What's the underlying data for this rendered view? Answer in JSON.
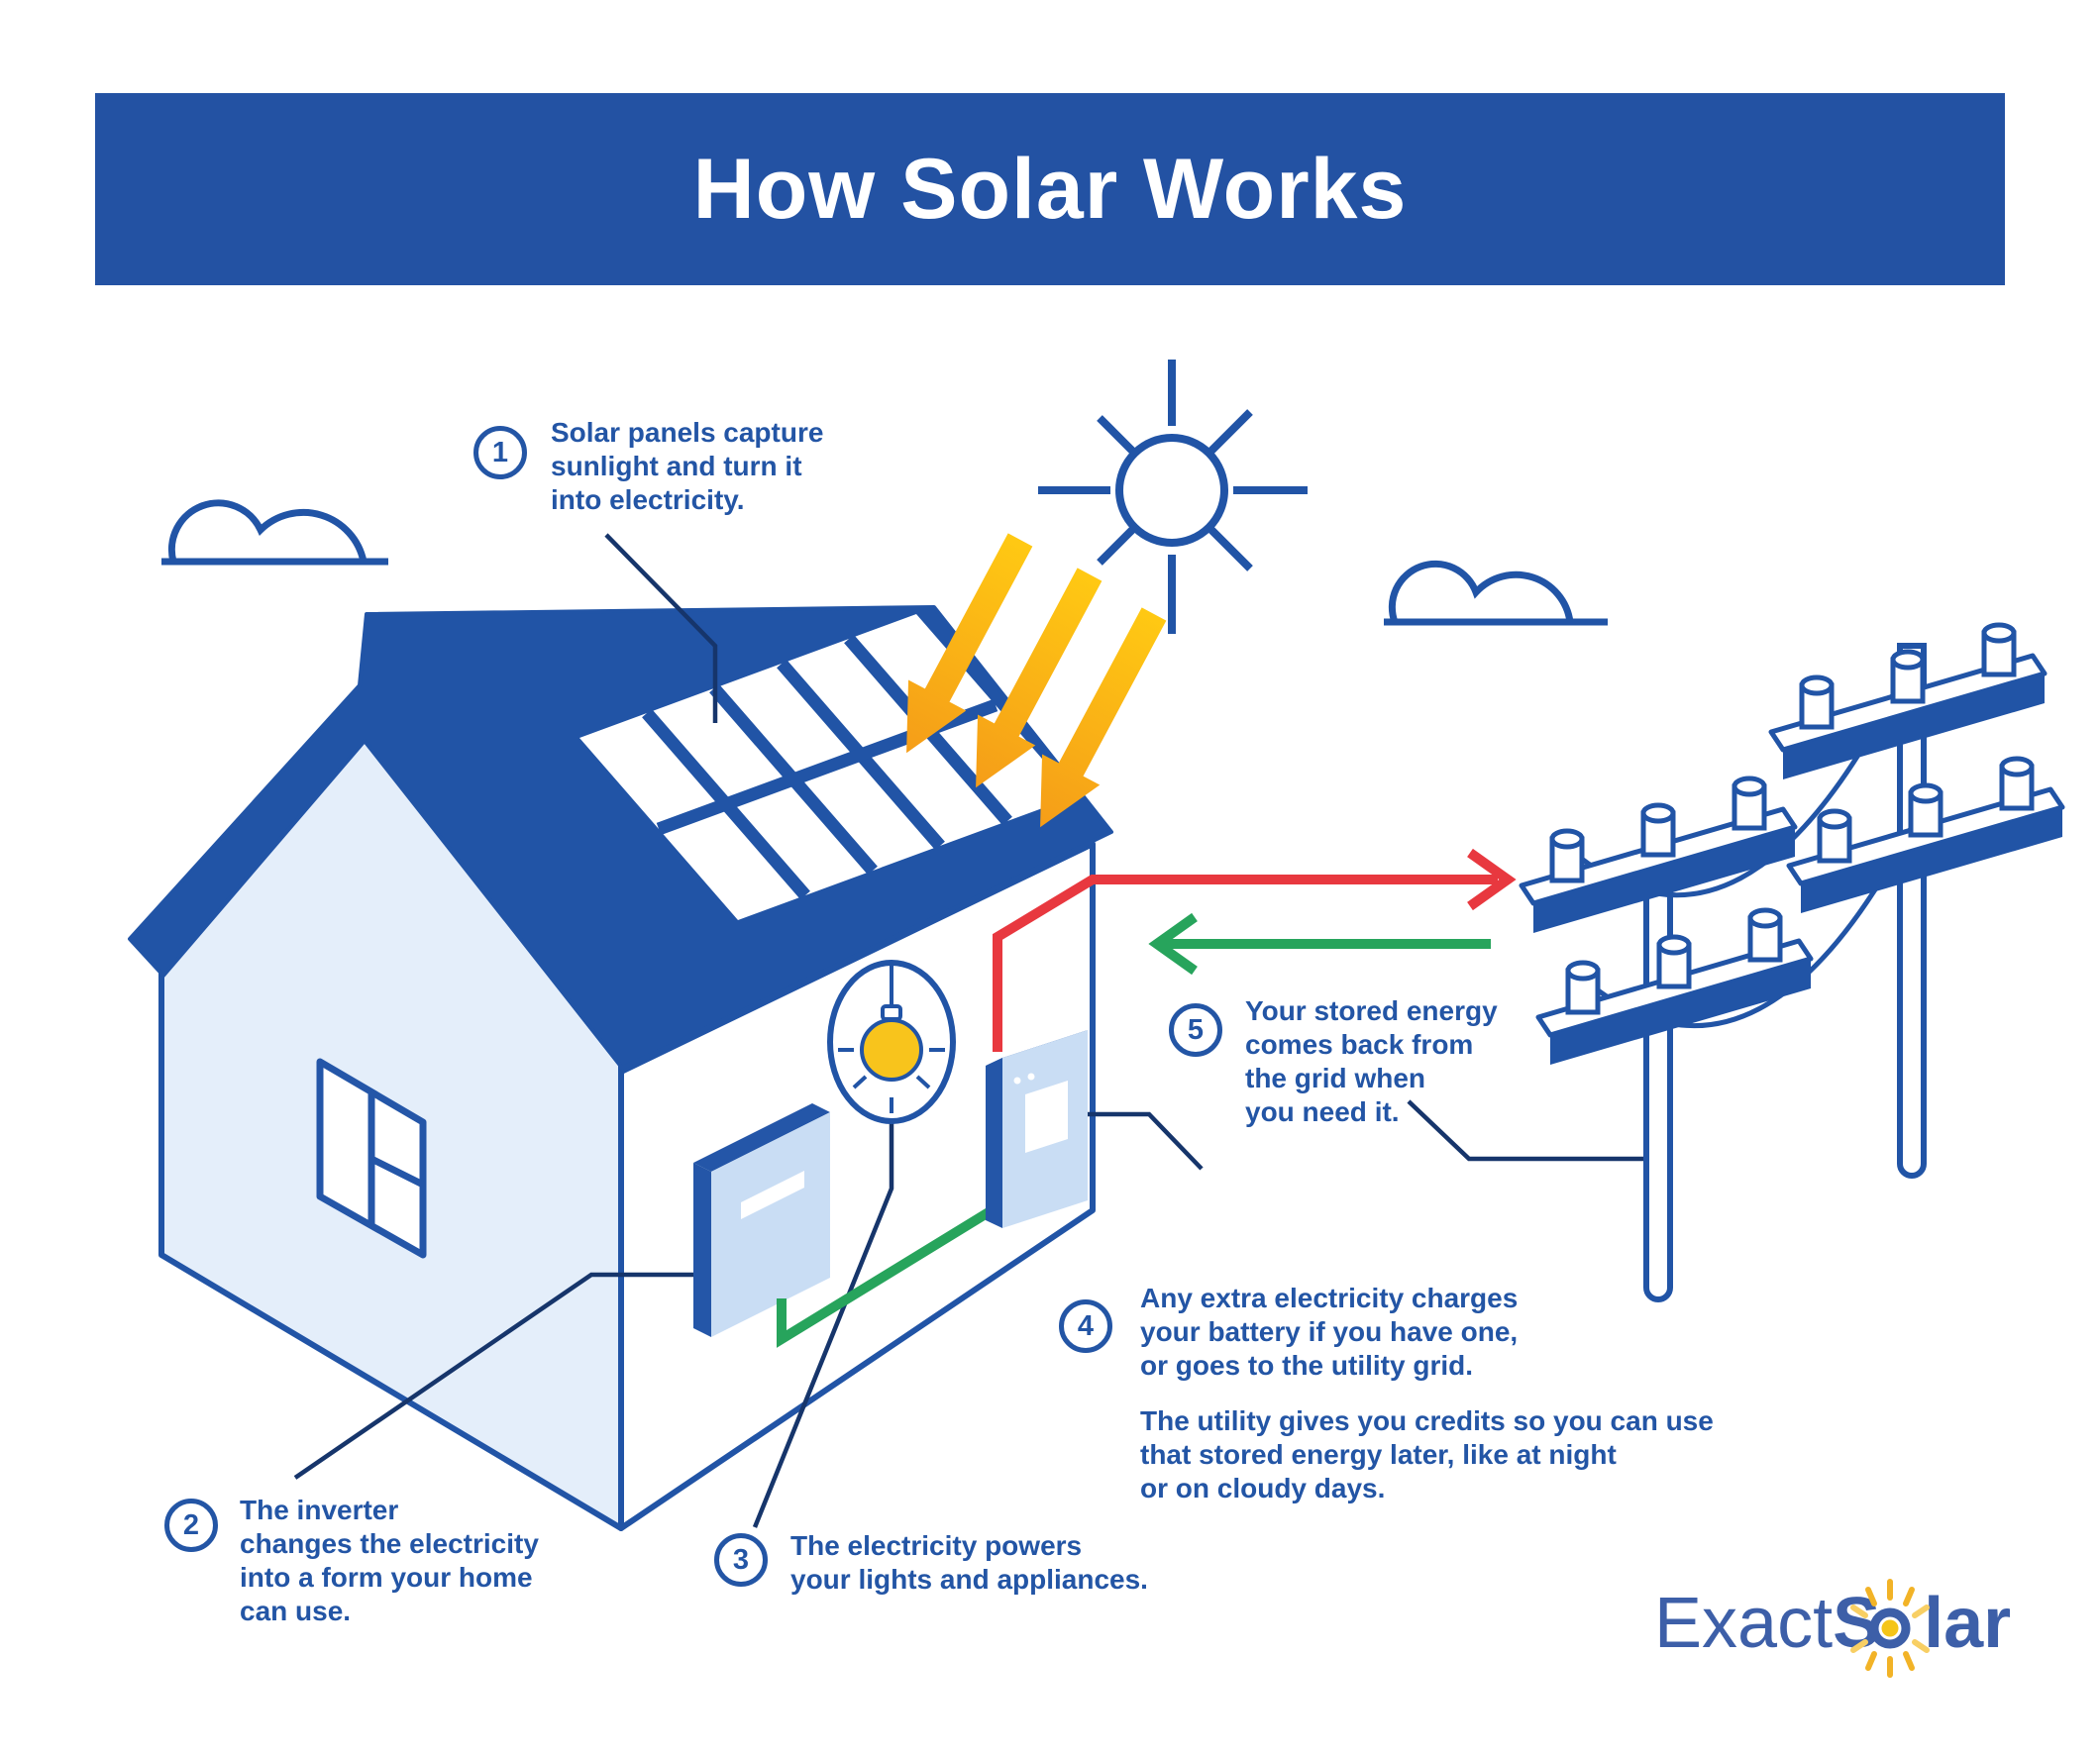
{
  "header": {
    "title": "How Solar Works"
  },
  "steps": [
    {
      "number": "1",
      "text": "Solar panels capture\nsunlight and turn it\ninto electricity."
    },
    {
      "number": "2",
      "text": "The inverter\nchanges the electricity\ninto a form your home\ncan use."
    },
    {
      "number": "3",
      "text": "The electricity powers\nyour lights and appliances."
    },
    {
      "number": "4",
      "text": "Any extra electricity charges\nyour battery if you have one,\nor goes to the utility grid.",
      "text2": "The utility gives you credits so you can use\nthat stored energy later, like at night\nor on cloudy days."
    },
    {
      "number": "5",
      "text": "Your stored energy\ncomes back from\nthe grid when\nyou need it."
    }
  ],
  "logo": {
    "prefix": "Exact",
    "bold_start": "S",
    "bold_end": "lar",
    "full_name": "ExactSolar"
  },
  "colors": {
    "banner_blue": "#2352a3",
    "line_blue": "#2154a6",
    "text_blue": "#2355a5",
    "wall_light_blue": "#e4eefa",
    "device_light_blue": "#c9ddf4",
    "sun_arrow_yellow": "#ffc413",
    "sun_arrow_orange": "#f6a41c",
    "wire_red": "#e8383f",
    "wire_green": "#27a45c",
    "bulb_yellow": "#f8c41c",
    "connector_navy": "#16356b",
    "logo_blue": "#3d5fa8",
    "logo_yellow": "#f2b327"
  }
}
